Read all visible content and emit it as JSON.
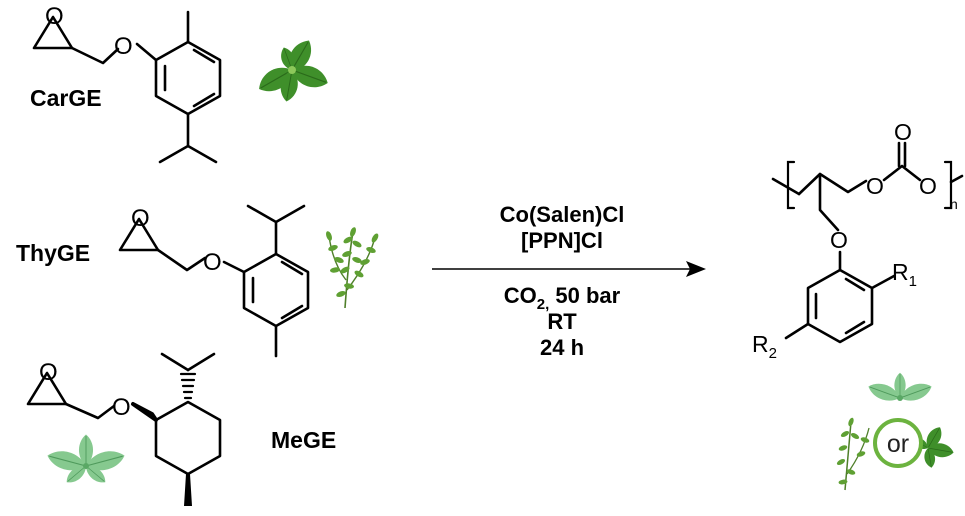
{
  "compounds": [
    {
      "name": "CarGE"
    },
    {
      "name": "ThyGE"
    },
    {
      "name": "MeGE"
    }
  ],
  "conditions": {
    "catalyst": "Co(Salen)Cl",
    "cocatalyst": "[PPN]Cl",
    "gas_main": "CO",
    "gas_sub": "2,",
    "gas_pressure": " 50 bar",
    "temperature": "RT",
    "time": "24 h"
  },
  "product": {
    "oxygen": "O",
    "r1_main": "R",
    "r1_sub": "1",
    "r2_main": "R",
    "r2_sub": "2",
    "repeat": "n"
  },
  "badge_text": "or",
  "colors": {
    "leaf_dark": "#2e7d1f",
    "leaf_light": "#8cc85a",
    "mint": "#7cc08a",
    "thyme": "#5a9a32",
    "badge_ring": "#6cb33f"
  }
}
